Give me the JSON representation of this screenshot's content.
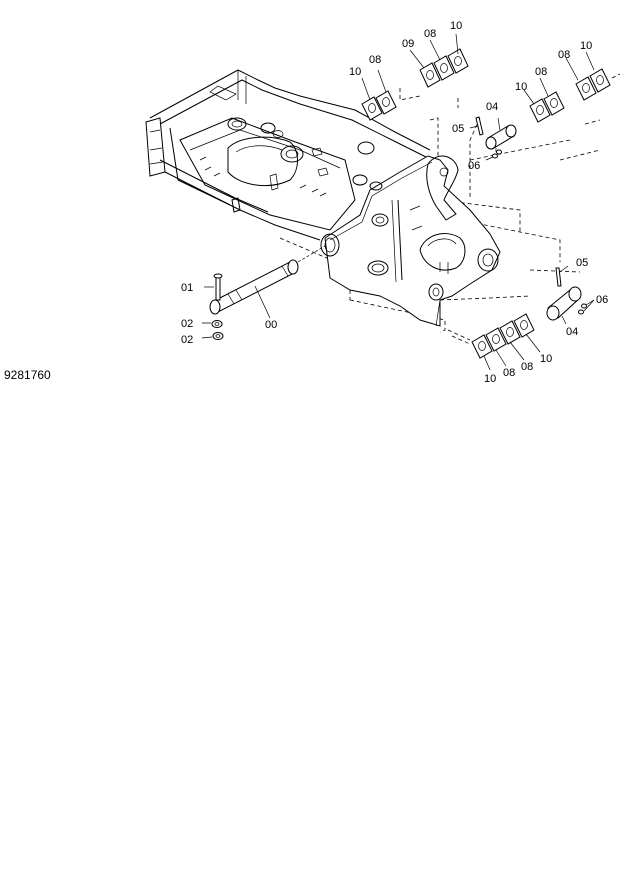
{
  "figure_code": "9281760",
  "part_labels": {
    "p00": "00",
    "p01": "01",
    "p02a": "02",
    "p02b": "02",
    "p04a": "04",
    "p04b": "04",
    "p05a": "05",
    "p05b": "05",
    "p06a": "06",
    "p06b": "06",
    "p08a": "08",
    "p08b": "08",
    "p08c": "08",
    "p08d": "08",
    "p08e": "08",
    "p08f": "08",
    "p09": "09",
    "p10a": "10",
    "p10b": "10",
    "p10c": "10",
    "p10d": "10",
    "p10e": "10",
    "p10f": "10"
  }
}
